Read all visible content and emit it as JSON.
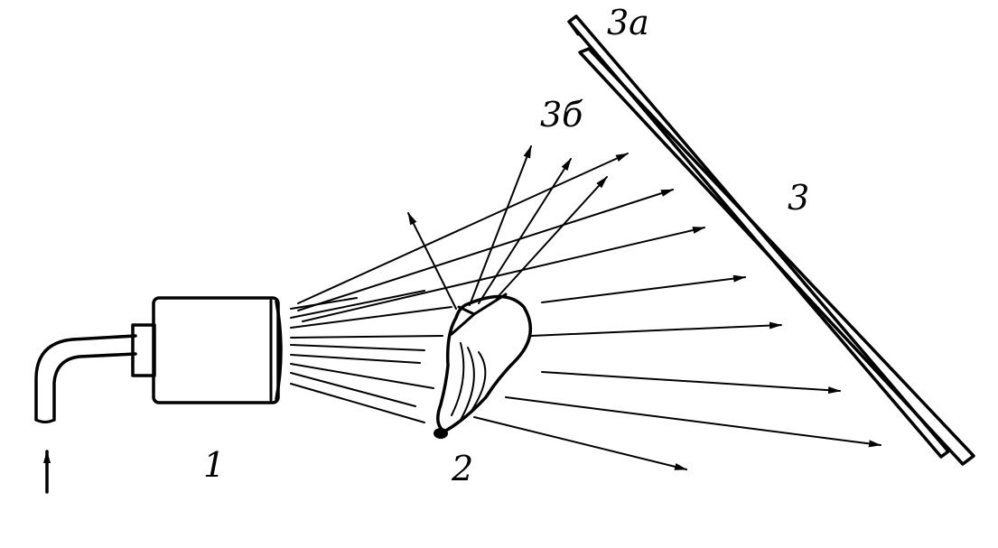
{
  "labels": {
    "source": "1",
    "object": "2",
    "screen": "3",
    "screen_a": "3a",
    "screen_b": "3б"
  },
  "colors": {
    "ink": "#000000",
    "background": "#ffffff"
  }
}
